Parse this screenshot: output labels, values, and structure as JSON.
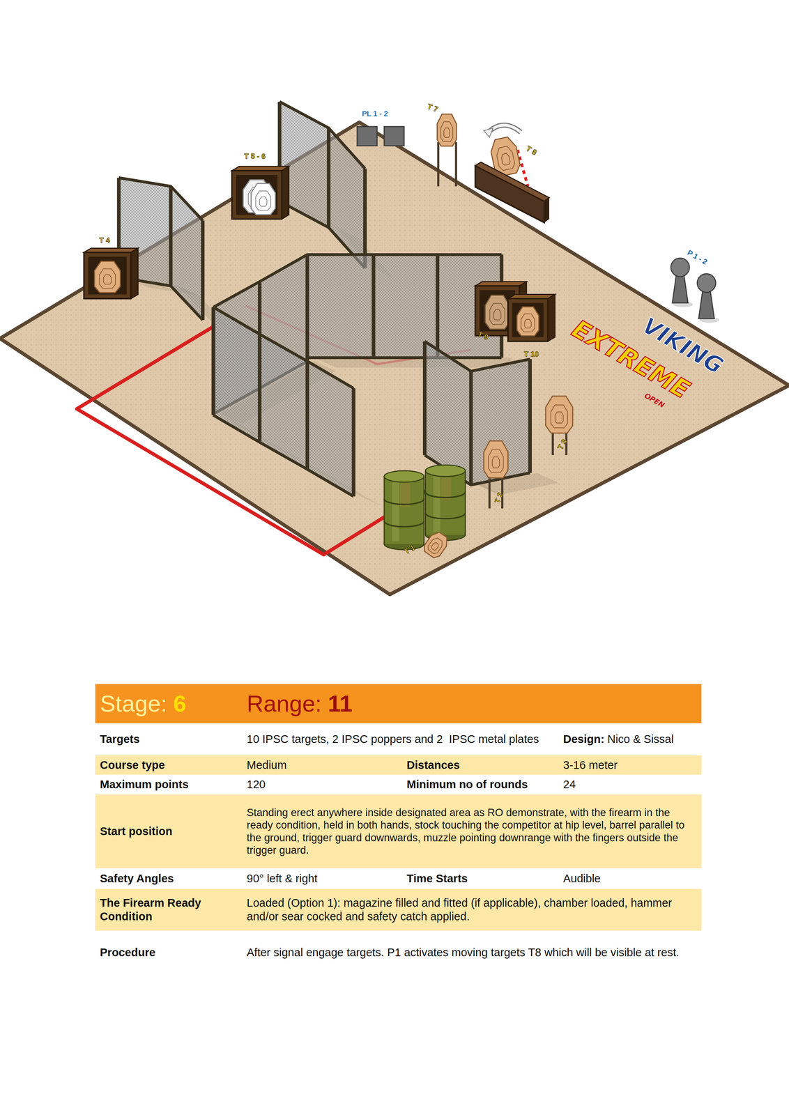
{
  "diagram": {
    "labels": [
      "PL 1 - 2",
      "T 7",
      "T 8",
      "T 5 - 6",
      "T 4",
      "P 1 - 2",
      "T 9",
      "T 10",
      "VIKING",
      "EXTREME",
      "OPEN",
      "T 3",
      "T 2",
      "T 1",
      "Stage:",
      "6",
      "Range:",
      "11",
      "Targets",
      "10 IPSC targets, 2 IPSC poppers and 2  IPSC metal plates",
      "Design:",
      "Nico & Sissal",
      "Course type",
      "Medium",
      "Distances",
      "3-16 meter",
      "Maximum points",
      "120",
      "Minimum no of rounds",
      "24",
      "Start position",
      "Standing erect anywhere inside designated area as RO demonstrate, with the firearm in the ready condition, held in both hands, stock touching the competitor at hip level, barrel parallel to the ground, trigger guard downwards, muzzle pointing downrange with the fingers outside the trigger guard.",
      "Safety Angles",
      "90° left & right",
      "Time Starts",
      "Audible",
      "The Firearm Ready Condition",
      "Loaded (Option 1): magazine filled and fitted (if applicable), chamber loaded, hammer and/or sear cocked and safety catch applied.",
      "Procedure",
      "After signal engage targets. P1 activates moving targets T8 which will be visible at rest."
    ]
  }
}
